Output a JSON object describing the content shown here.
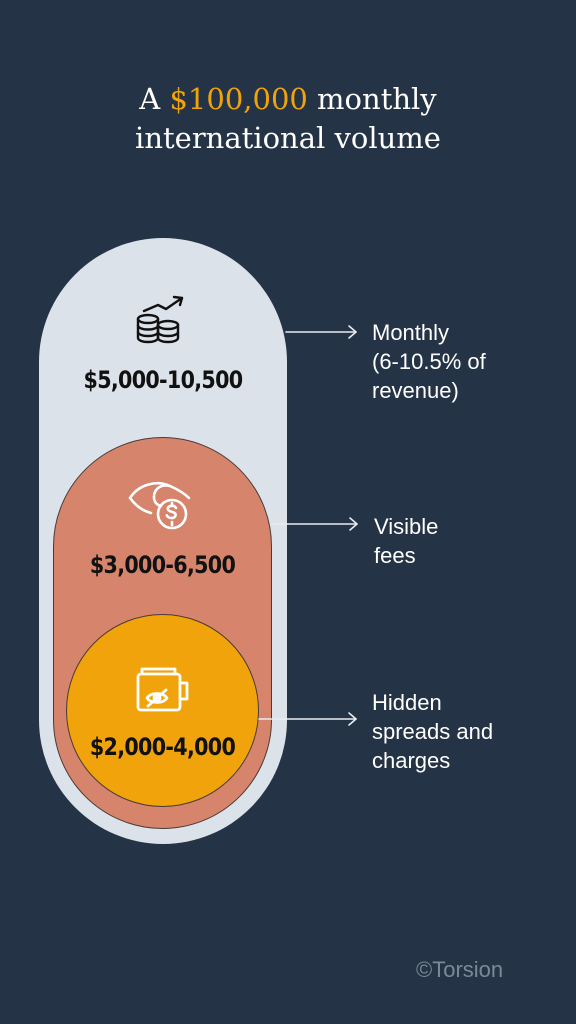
{
  "title": {
    "prefix": "A ",
    "highlight": "$100,000",
    "suffix": " monthly",
    "line2": "international volume",
    "accent_color": "#f0a30a"
  },
  "tiers": [
    {
      "amount": "$5,000-10,500",
      "icon": "coins-growth-icon",
      "label_lines": [
        "Monthly",
        "(6-10.5% of",
        "revenue)"
      ],
      "color": "#dce2e9"
    },
    {
      "amount": "$3,000-6,500",
      "icon": "eye-dollar-icon",
      "label_lines": [
        "Visible",
        "fees"
      ],
      "color": "#d6846b"
    },
    {
      "amount": "$2,000-4,000",
      "icon": "hidden-wallet-icon",
      "label_lines": [
        "Hidden",
        "spreads and",
        "charges"
      ],
      "color": "#f0a30a"
    }
  ],
  "footer": "©Torsion",
  "background_color": "#243346"
}
